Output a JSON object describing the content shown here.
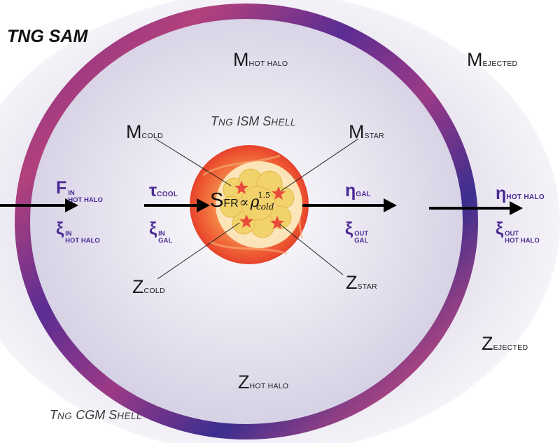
{
  "title": "TNG SAM",
  "shells": {
    "ism": {
      "first": "T",
      "rest": "NG",
      "mid": " ISM ",
      "s_first": "S",
      "s_rest": "HELL"
    },
    "cgm": {
      "first": "T",
      "rest": "NG",
      "mid": " CGM ",
      "s_first": "S",
      "s_rest": "HELL"
    }
  },
  "labels": {
    "m_hot_halo": {
      "main": "M",
      "sub": "HOT HALO"
    },
    "m_ejected": {
      "main": "M",
      "sub": "EJECTED"
    },
    "m_cold": {
      "main": "M",
      "sub": "COLD"
    },
    "m_star": {
      "main": "M",
      "sub": "STAR"
    },
    "z_cold": {
      "main": "Z",
      "sub": "COLD"
    },
    "z_star": {
      "main": "Z",
      "sub": "STAR"
    },
    "z_ejected": {
      "main": "Z",
      "sub": "EJECTED"
    },
    "z_hot_halo": {
      "main": "Z",
      "sub": "HOT HALO"
    }
  },
  "flows": {
    "f_hot_halo_in": {
      "main": "F",
      "sup": "IN",
      "sub": "HOT HALO"
    },
    "xi_hot_halo_in": {
      "main": "ξ",
      "sup": "IN",
      "sub": "HOT HALO"
    },
    "tau_cool": {
      "main": "τ",
      "sub": "COOL"
    },
    "xi_gal_in": {
      "main": "ξ",
      "sup": "IN",
      "sub": "GAL"
    },
    "eta_gal": {
      "main": "η",
      "sub": "GAL"
    },
    "xi_gal_out": {
      "main": "ξ",
      "sup": "OUT",
      "sub": "GAL"
    },
    "eta_hot_halo": {
      "main": "η",
      "sub": "HOT HALO"
    },
    "xi_hot_halo_out": {
      "main": "ξ",
      "sup": "OUT",
      "sub": "HOT HALO"
    }
  },
  "sfr": {
    "s": "S",
    "fr": "FR",
    "prop": "∝",
    "rho": "ρ",
    "exp": "1.5",
    "sub": "cold"
  },
  "colors": {
    "ring_outer": "#6a2d8f",
    "ring_pink": "#b0407e",
    "ring_dark": "#2e2a8e",
    "halo_fill": "#e4e0ee",
    "ism_red": "#e8452a",
    "ism_orange": "#f59a52",
    "core_cream": "#fbe8c0",
    "core_yellow": "#f3d56a",
    "star_red": "#e94b3c",
    "flow_text": "#4b2a95",
    "arrow": "#000000"
  }
}
